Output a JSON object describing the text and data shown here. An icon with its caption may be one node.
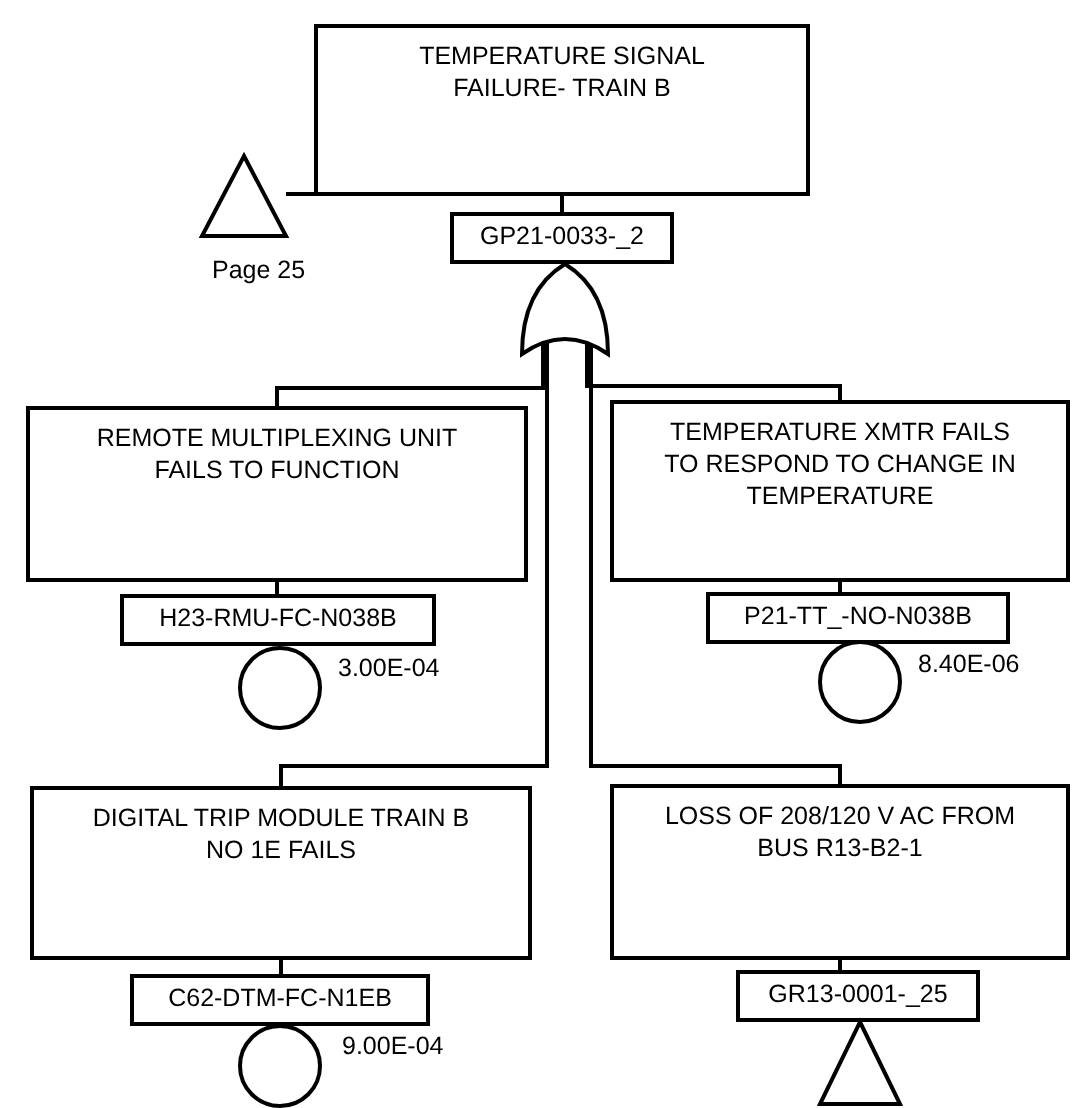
{
  "diagram": {
    "nodes": [
      {
        "text": [
          "TEMPERATURE SIGNAL FAILURE- TRAIN B"
        ]
      },
      {
        "text": [
          "GP21-0033-_2"
        ]
      },
      {
        "text": [],
        "shape": "gate"
      },
      {
        "text": [],
        "shape": "triangle",
        "beside": [
          "Page 25"
        ]
      },
      {
        "text": [
          "REMOTE MULTIPLEXING UNIT  FAILS TO FUNCTION"
        ]
      },
      {
        "text": [
          "H23-RMU-FC-N038B"
        ]
      },
      {
        "text": [],
        "shape": "circle",
        "beside": [
          "3.00E-04"
        ]
      },
      {
        "text": [
          "TEMPERATURE XMTR FAILS TO RESPOND TO CHANGE IN TEMPERATURE"
        ]
      },
      {
        "text": [
          "P21-TT_-NO-N038B"
        ]
      },
      {
        "text": [],
        "shape": "circle",
        "beside": [
          "8.40E-06"
        ]
      },
      {
        "text": [
          "DIGITAL TRIP MODULE TRAIN B NO 1E  FAILS"
        ]
      },
      {
        "text": [
          "C62-DTM-FC-N1EB"
        ]
      },
      {
        "text": [],
        "shape": "circle",
        "beside": [
          "9.00E-04"
        ]
      },
      {
        "text": [
          "LOSS OF 208/120 V AC FROM BUS R13-B2-1"
        ]
      },
      {
        "text": [
          "GR13-0001-_25"
        ]
      },
      {
        "text": [],
        "shape": "triangle"
      }
    ],
    "edges": [
      {
        "from": 0,
        "to": 1,
        "arrow": "none"
      },
      {
        "from": 3,
        "to": 0,
        "arrow": "none"
      },
      {
        "from": 2,
        "to": 4,
        "arrow": "none"
      },
      {
        "from": 2,
        "to": 7,
        "arrow": "none"
      },
      {
        "from": 2,
        "to": 10,
        "arrow": "none"
      },
      {
        "from": 2,
        "to": 13,
        "arrow": "none"
      },
      {
        "from": 4,
        "to": 5,
        "arrow": "none"
      },
      {
        "from": 7,
        "to": 8,
        "arrow": "none"
      },
      {
        "from": 10,
        "to": 11,
        "arrow": "none"
      },
      {
        "from": 13,
        "to": 14,
        "arrow": "none"
      }
    ]
  }
}
